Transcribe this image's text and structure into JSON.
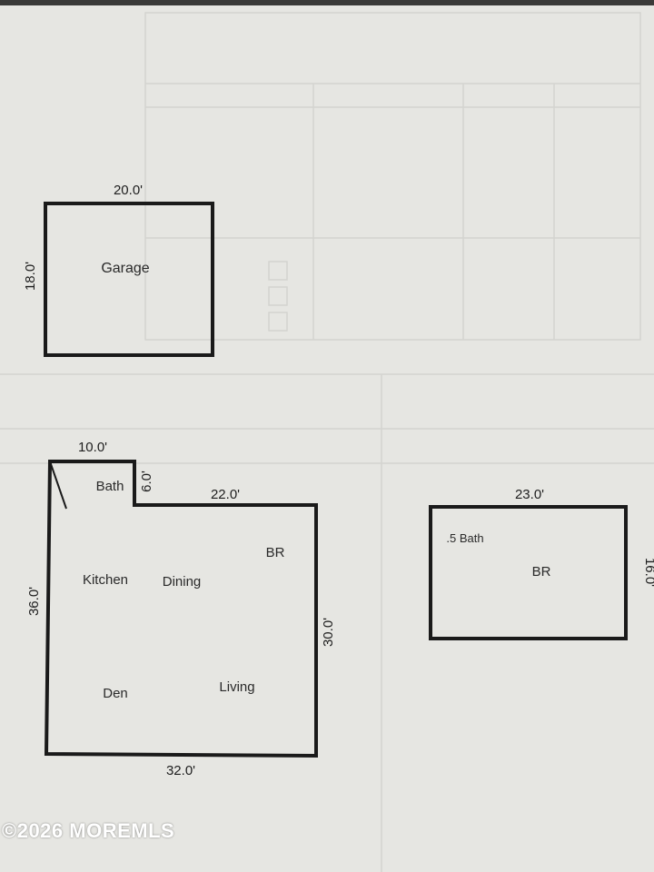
{
  "garage": {
    "label": "Garage",
    "width_label": "20.0'",
    "depth_label": "18.0'"
  },
  "main_floor": {
    "rooms": {
      "bath": "Bath",
      "kitchen": "Kitchen",
      "dining": "Dining",
      "br": "BR",
      "den": "Den",
      "living": "Living"
    },
    "dims": {
      "top_left": "10.0'",
      "bath_step": "6.0'",
      "top_right": "22.0'",
      "left": "36.0'",
      "right": "30.0'",
      "bottom": "32.0'"
    }
  },
  "upper_floor": {
    "rooms": {
      "half_bath": ".5 Bath",
      "br": "BR"
    },
    "dims": {
      "width": "23.0'",
      "depth": "16.0'"
    }
  },
  "watermark": "©2026 MOREMLS"
}
